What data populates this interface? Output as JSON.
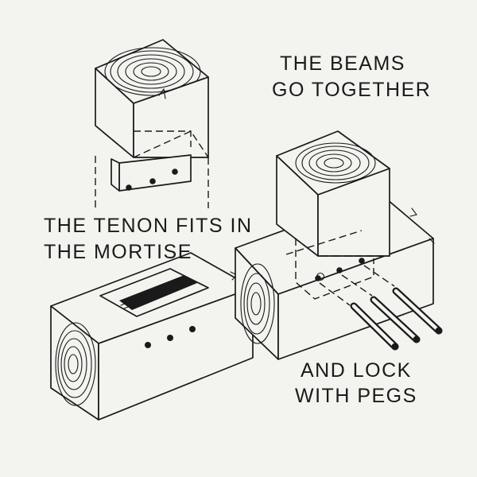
{
  "labels": {
    "beams_line1": "THE BEAMS",
    "beams_line2": "GO TOGETHER",
    "tenon_line1": "THE TENON FITS IN",
    "tenon_line2": "THE MORTISE",
    "pegs_line1": "AND LOCK",
    "pegs_line2": "WITH PEGS"
  },
  "colors": {
    "ink": "#1a1a1a",
    "paper": "#f3f3ef"
  }
}
